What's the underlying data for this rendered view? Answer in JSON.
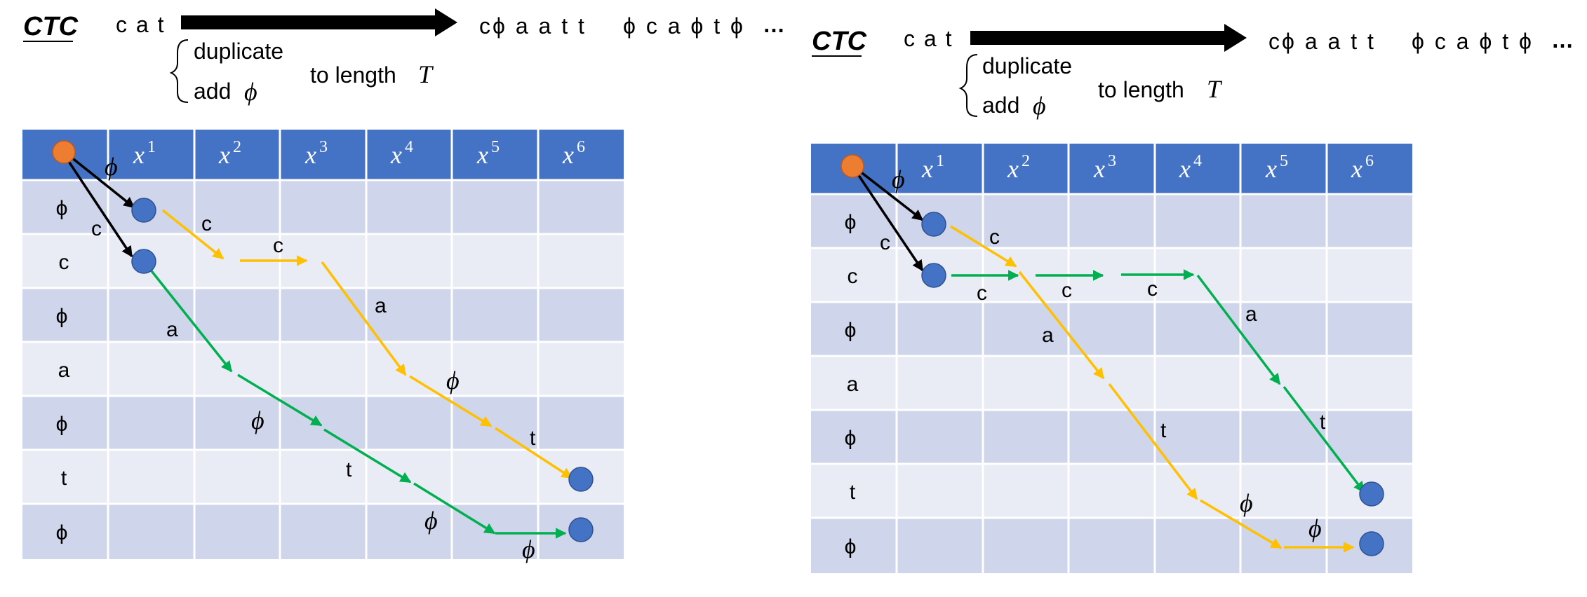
{
  "colors": {
    "header_bg": "#4472c4",
    "row_dark": "#cfd5ea",
    "row_light": "#e9ebf5",
    "start_node": "#ed7d31",
    "end_node": "#4472c4",
    "path_yellow": "#ffc000",
    "path_green": "#00b050",
    "path_black": "#000000"
  },
  "panels": [
    {
      "title": "CTC",
      "input_word": "c a t",
      "brace_top": "duplicate",
      "brace_bottom_text": "add",
      "phi": "ϕ",
      "length_text": "to length",
      "length_var": "T",
      "outputs": [
        "cϕ a a t t",
        "ϕ c a ϕ t ϕ",
        "…"
      ],
      "headers": [
        "x",
        "x",
        "x",
        "x",
        "x",
        "x"
      ],
      "header_sups": [
        "1",
        "2",
        "3",
        "4",
        "5",
        "6"
      ],
      "rows": [
        "ϕ",
        "c",
        "ϕ",
        "a",
        "ϕ",
        "t",
        "ϕ"
      ],
      "labels": [
        "ϕ",
        "c",
        "c",
        "c",
        "a",
        "ϕ",
        "t",
        "a",
        "ϕ",
        "t",
        "ϕ",
        "ϕ"
      ]
    },
    {
      "title": "CTC",
      "input_word": "c a t",
      "brace_top": "duplicate",
      "brace_bottom_text": "add",
      "phi": "ϕ",
      "length_text": "to length",
      "length_var": "T",
      "outputs": [
        "cϕ a a t t",
        "ϕ c a ϕ t ϕ",
        "…"
      ],
      "headers": [
        "x",
        "x",
        "x",
        "x",
        "x",
        "x"
      ],
      "header_sups": [
        "1",
        "2",
        "3",
        "4",
        "5",
        "6"
      ],
      "rows": [
        "ϕ",
        "c",
        "ϕ",
        "a",
        "ϕ",
        "t",
        "ϕ"
      ],
      "labels": [
        "ϕ",
        "c",
        "c",
        "c",
        "c",
        "c",
        "a",
        "t",
        "ϕ",
        "ϕ",
        "a",
        "t"
      ]
    }
  ]
}
